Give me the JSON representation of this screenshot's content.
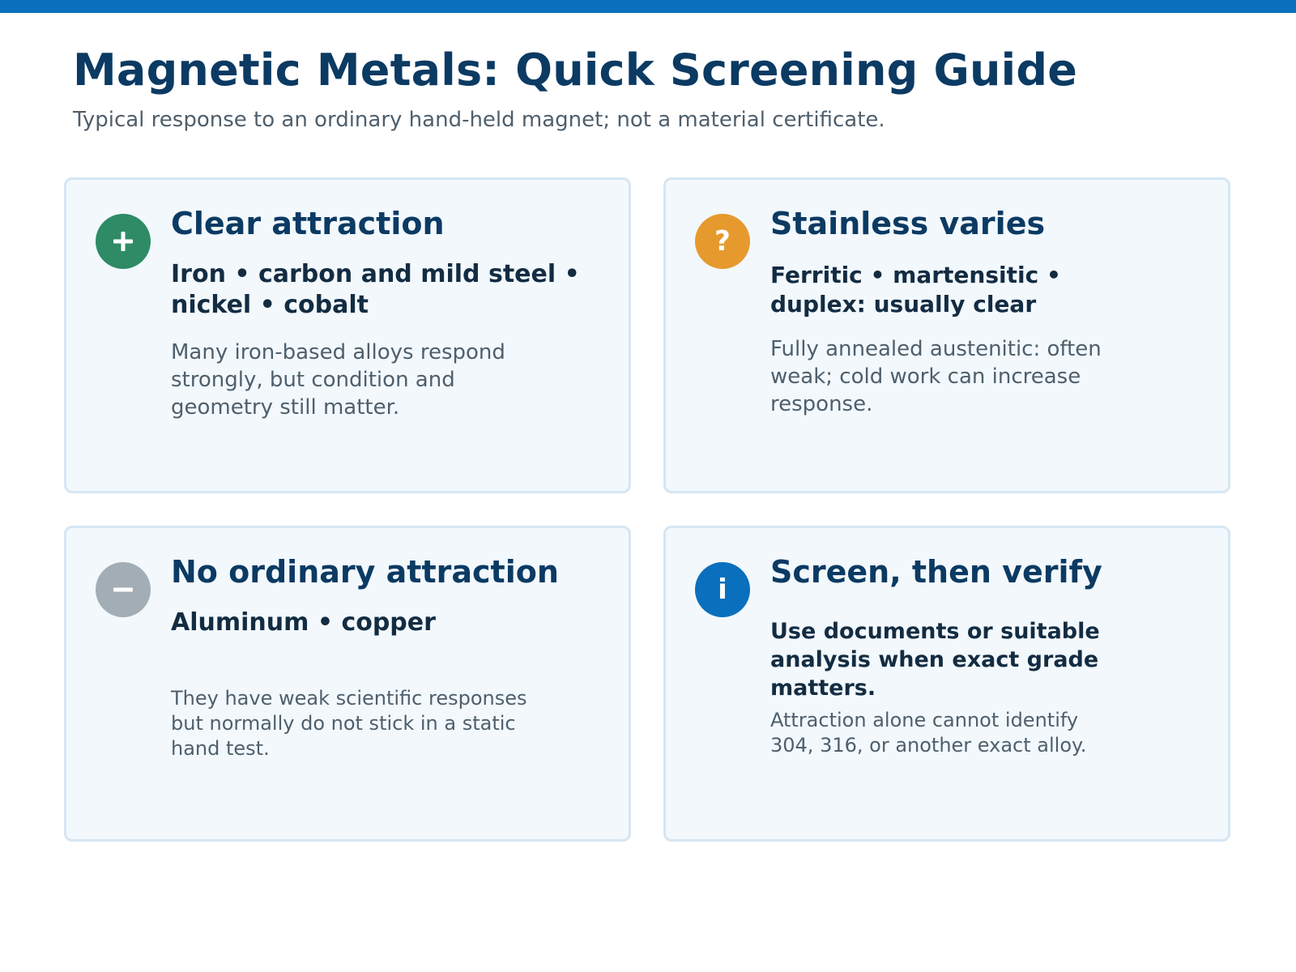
{
  "header": {
    "title": "Magnetic Metals: Quick Screening Guide",
    "subtitle": "Typical response to an ordinary hand-held magnet; not a material certificate."
  },
  "colors": {
    "accent": "#0a6fbd",
    "title": "#0b3a63",
    "card_background": "#f2f8fc",
    "card_border": "#d6e6f2",
    "green": "#2e8b66",
    "orange": "#e69a2e",
    "gray": "#a2adb5",
    "blue": "#0a6fbd"
  },
  "cards": [
    {
      "icon": "plus-icon",
      "heading": "Clear attraction",
      "lead": "Iron • carbon and mild steel • nickel • cobalt",
      "body": "Many iron-based alloys respond strongly, but condition and geometry still matter."
    },
    {
      "icon": "question-icon",
      "icon_glyph": "?",
      "heading": "Stainless varies",
      "lead": "Ferritic • martensitic • duplex: usually clear",
      "body": "Fully annealed austenitic: often weak; cold work can increase response."
    },
    {
      "icon": "minus-icon",
      "heading": "No ordinary attraction",
      "lead": "Aluminum • copper",
      "body": "They have weak scientific responses but normally do not stick in a static hand test."
    },
    {
      "icon": "info-icon",
      "icon_glyph": "i",
      "heading": "Screen, then verify",
      "lead": "Use documents or suitable analysis when exact grade matters.",
      "body": "Attraction alone cannot identify 304, 316, or another exact alloy."
    }
  ]
}
